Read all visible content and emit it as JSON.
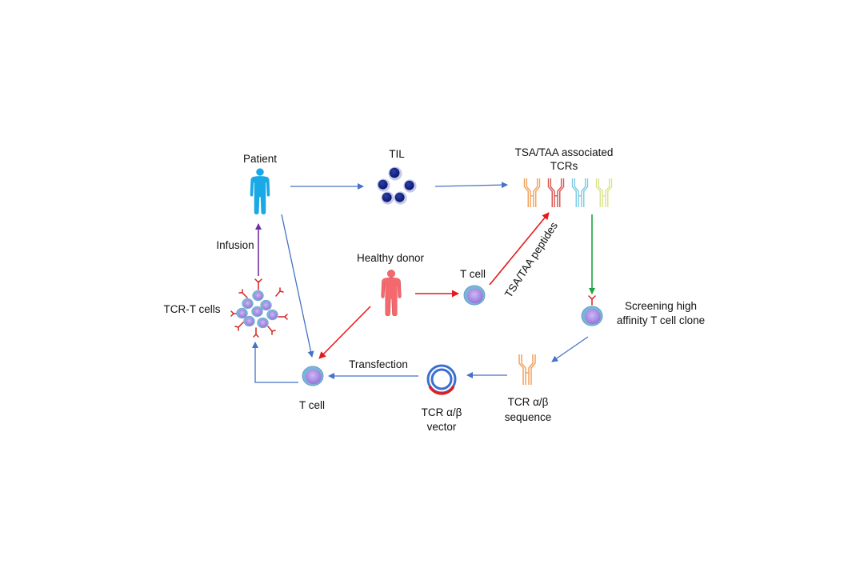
{
  "labels": {
    "patient": "Patient",
    "til": "TIL",
    "tcrs_line1": "TSA/TAA associated",
    "tcrs_line2": "TCRs",
    "infusion": "Infusion",
    "healthy_donor": "Healthy donor",
    "tcell_donor": "T cell",
    "peptides": "TSA/TAA peptides",
    "tcr_t_cells": "TCR-T cells",
    "screening_line1": "Screening high",
    "screening_line2": "affinity T cell clone",
    "transfection": "Transfection",
    "tcell_bottom": "T cell",
    "vector_line1": "TCR α/β",
    "vector_line2": "vector",
    "sequence_line1": "TCR α/β",
    "sequence_line2": "sequence"
  },
  "colors": {
    "arrow_blue": "#4472c4",
    "arrow_red": "#e41a1c",
    "arrow_green": "#1fa33c",
    "arrow_purple": "#7030a0",
    "patient": "#19a9e6",
    "donor": "#f4696e",
    "cell_outer": "#79b6d9",
    "cell_inner": "#a98fe0",
    "til_cell": "#0f1f7a",
    "receptor": "#d32222",
    "tcr_orange": "#f2a15a",
    "tcr_red": "#d9534f",
    "tcr_blue": "#7ec8e3",
    "tcr_yellow": "#dbe38a"
  },
  "icons": [
    "human-figure-icon",
    "t-cell-icon",
    "til-cluster-icon",
    "tcr-receptor-icon",
    "plasmid-vector-icon"
  ]
}
